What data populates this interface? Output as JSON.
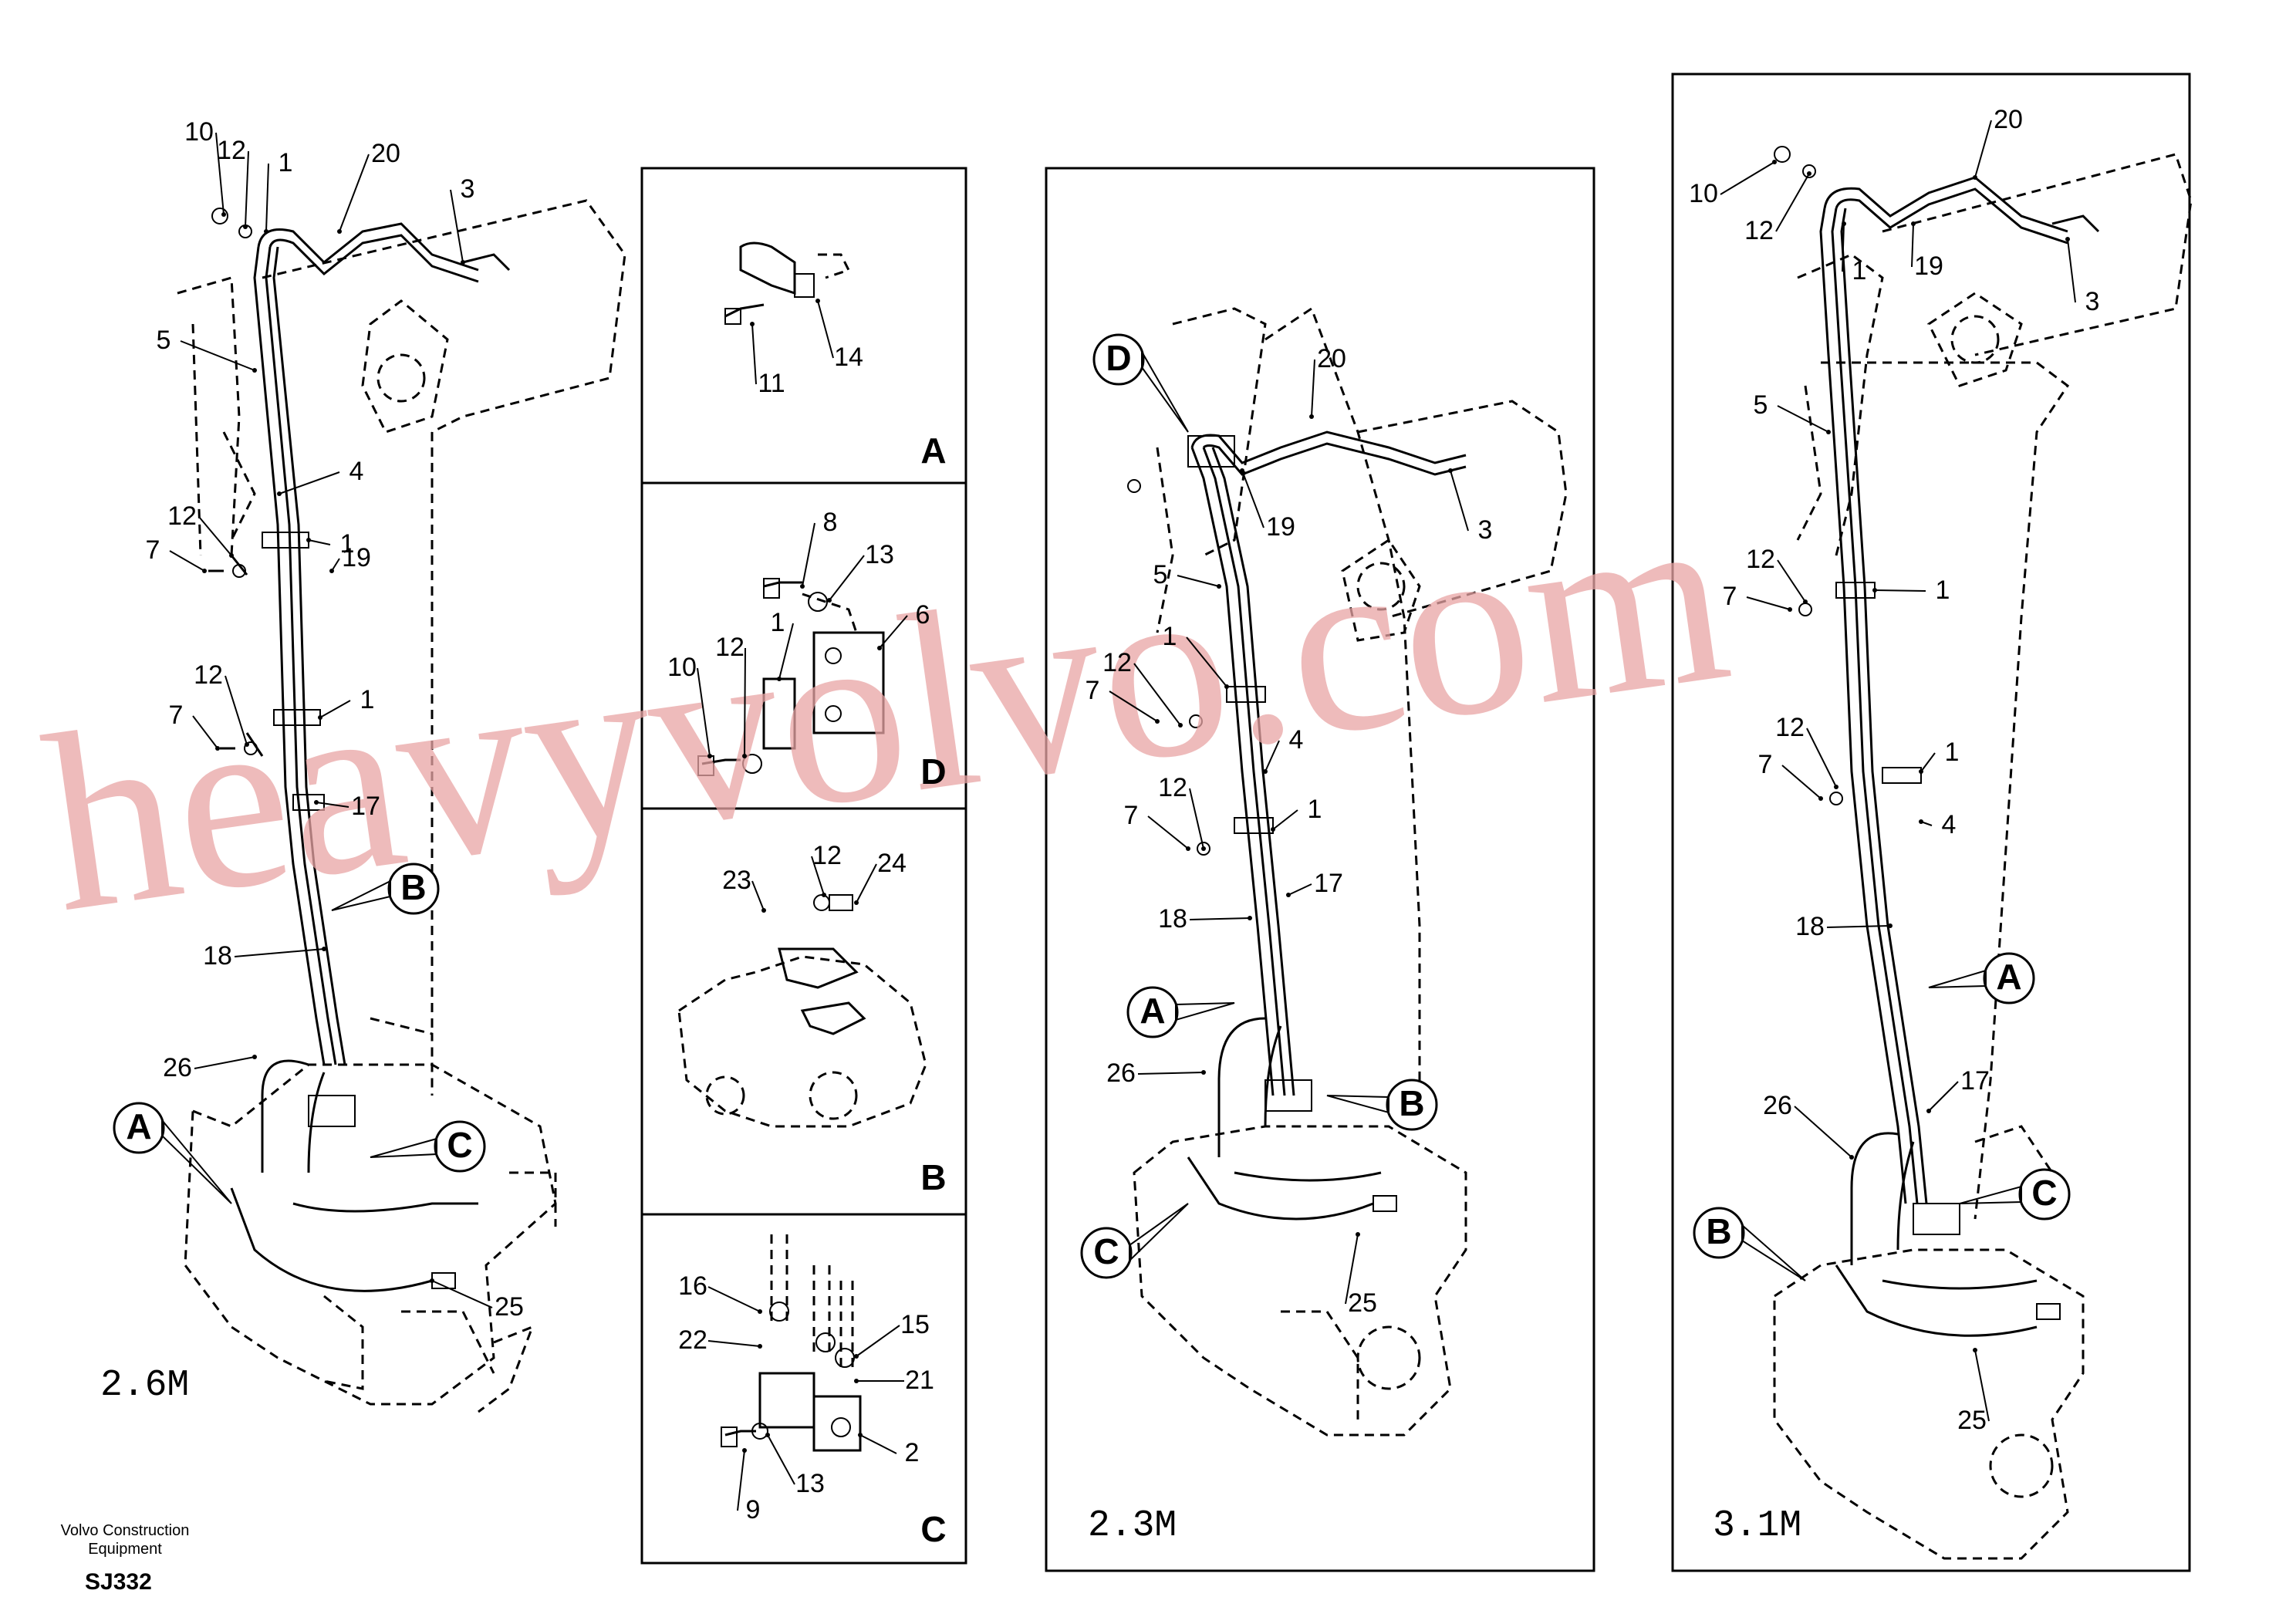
{
  "footer": {
    "brand_line1": "Volvo Construction",
    "brand_line2": "Equipment",
    "code": "SJ332"
  },
  "watermark": "heavyvolvo.com",
  "views": [
    {
      "variant": "2.6M",
      "callouts": [
        "10",
        "12",
        "1",
        "20",
        "3",
        "5",
        "19",
        "4",
        "12",
        "7",
        "1",
        "12",
        "7",
        "1",
        "17",
        "18",
        "26",
        "25"
      ],
      "detail_refs": [
        "A",
        "B",
        "C"
      ]
    },
    {
      "variant": "2.3M",
      "callouts": [
        "20",
        "19",
        "3",
        "5",
        "1",
        "12",
        "7",
        "4",
        "12",
        "7",
        "1",
        "17",
        "18",
        "26",
        "25"
      ],
      "detail_refs": [
        "D",
        "A",
        "B",
        "C"
      ]
    },
    {
      "variant": "3.1M",
      "callouts": [
        "20",
        "10",
        "12",
        "1",
        "19",
        "3",
        "5",
        "12",
        "7",
        "1",
        "12",
        "7",
        "1",
        "4",
        "18",
        "17",
        "26",
        "25"
      ],
      "detail_refs": [
        "A",
        "B",
        "C"
      ]
    }
  ],
  "details": [
    {
      "letter": "A",
      "callouts": [
        "11",
        "14"
      ]
    },
    {
      "letter": "D",
      "callouts": [
        "8",
        "13",
        "6",
        "1",
        "10",
        "12"
      ]
    },
    {
      "letter": "B",
      "callouts": [
        "12",
        "24",
        "23"
      ]
    },
    {
      "letter": "C",
      "callouts": [
        "16",
        "15",
        "22",
        "21",
        "2",
        "9",
        "13"
      ]
    }
  ]
}
